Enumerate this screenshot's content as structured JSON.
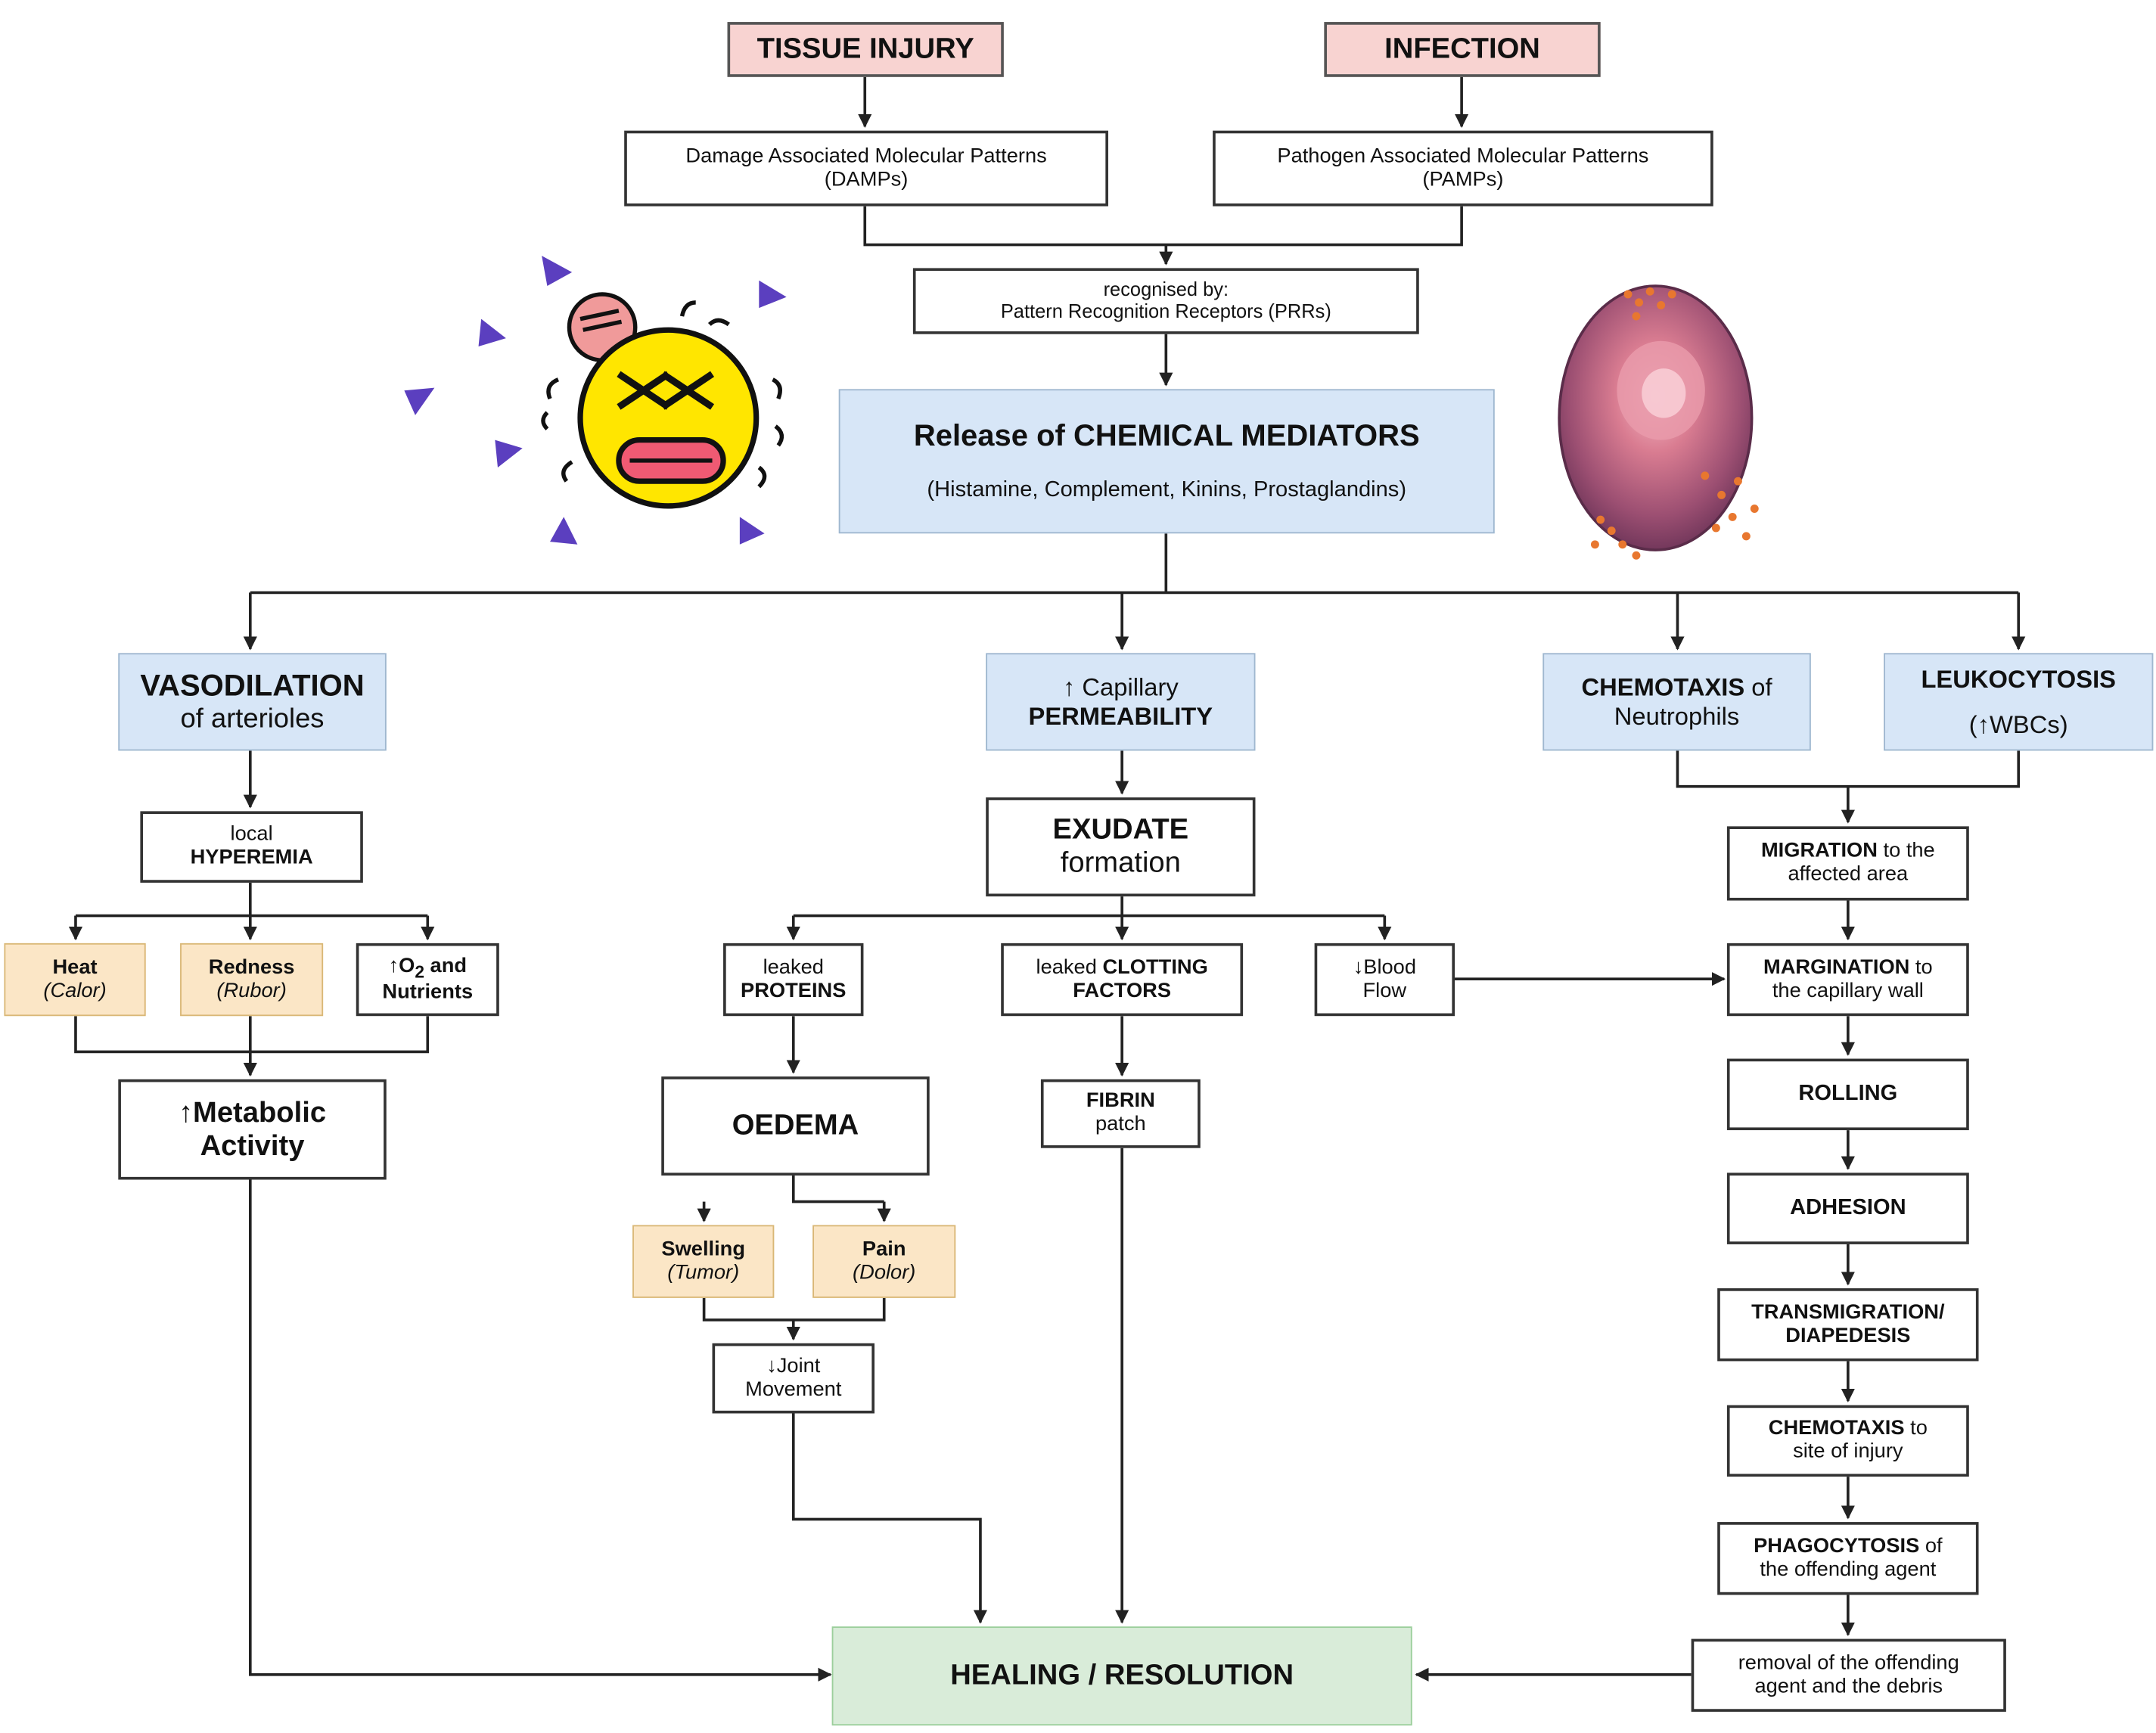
{
  "colors": {
    "trigger": "#f8d3d1",
    "response": "#d7e6f7",
    "cardinal_sign": "#fbe6c6",
    "outcome": "#d9ecd9",
    "line": "#333333"
  },
  "icons": [
    "injured-face-icon",
    "immune-cell-icon"
  ],
  "triggers": {
    "tissue_injury": "TISSUE INJURY",
    "infection": "INFECTION"
  },
  "patterns": {
    "damps_line1": "Damage Associated Molecular Patterns",
    "damps_line2": "(DAMPs)",
    "pamps_line1": "Pathogen Associated Molecular Patterns",
    "pamps_line2": "(PAMPs)"
  },
  "recognition": {
    "line1": "recognised by:",
    "line2": "Pattern Recognition Receptors (PRRs)"
  },
  "mediators": {
    "title": "Release of CHEMICAL MEDIATORS",
    "subtitle": "(Histamine, Complement, Kinins, Prostaglandins)"
  },
  "vasodilation": {
    "title": "VASODILATION",
    "subtitle": "of arterioles",
    "hyperemia_line1": "local",
    "hyperemia_line2": "HYPEREMIA",
    "heat": "Heat",
    "heat_latin": "(Calor)",
    "redness": "Redness",
    "redness_latin": "(Rubor)",
    "oxygen_prefix": "↑O",
    "oxygen_sub": "2",
    "oxygen_suffix": " and",
    "nutrients": "Nutrients",
    "metabolic_line1": "↑Metabolic",
    "metabolic_line2": "Activity"
  },
  "permeability": {
    "line1": "↑ Capillary",
    "line2": "PERMEABILITY",
    "exudate_line1": "EXUDATE",
    "exudate_line2": "formation",
    "proteins_line1": "leaked",
    "proteins_line2": "PROTEINS",
    "clotting_pre": "leaked ",
    "clotting_bold": "CLOTTING",
    "clotting_line2": "FACTORS",
    "blood_flow_line1": "↓Blood",
    "blood_flow_line2": "Flow",
    "oedema": "OEDEMA",
    "swelling": "Swelling",
    "swelling_latin": "(Tumor)",
    "pain": "Pain",
    "pain_latin": "(Dolor)",
    "joint_line1": "↓Joint",
    "joint_line2": "Movement",
    "fibrin_line1": "FIBRIN",
    "fibrin_line2": "patch"
  },
  "chemotaxis_neutrophils": {
    "bold": "CHEMOTAXIS",
    "rest": " of",
    "line2": "Neutrophils"
  },
  "leukocytosis": {
    "line1": "LEUKOCYTOSIS",
    "line2": "(↑WBCs)"
  },
  "leukocyte_steps": {
    "migration_bold": "MIGRATION",
    "migration_rest": " to the",
    "migration_line2": "affected area",
    "margination_bold": "MARGINATION",
    "margination_rest": " to",
    "margination_line2": "the capillary wall",
    "rolling": "ROLLING",
    "adhesion": "ADHESION",
    "transmigration_line1": "TRANSMIGRATION/",
    "transmigration_line2": "DIAPEDESIS",
    "chemotaxis_bold": "CHEMOTAXIS",
    "chemotaxis_rest": " to",
    "chemotaxis_line2": "site of injury",
    "phagocytosis_bold": "PHAGOCYTOSIS",
    "phagocytosis_rest": " of",
    "phagocytosis_line2": "the offending agent",
    "removal_line1": "removal of the offending",
    "removal_line2": "agent and the debris"
  },
  "outcome": {
    "healing": "HEALING / RESOLUTION"
  }
}
